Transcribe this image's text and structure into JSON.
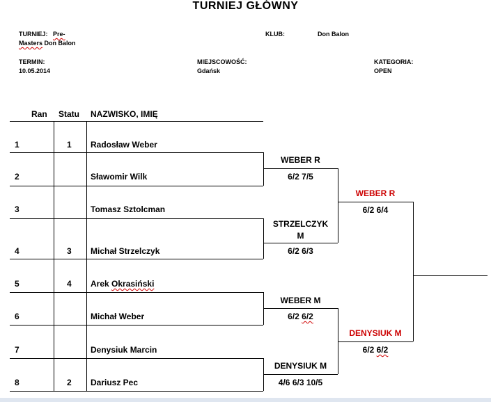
{
  "title": "TURNIEJ GŁÓWNY",
  "meta": {
    "turniej_label": "TURNIEJ:",
    "turniej_value_line1": "Pre-",
    "turniej_value_line2_a": "Masters",
    "turniej_value_line2_b": " Don Balon",
    "klub_label": "KLUB:",
    "klub_value": "Don Balon",
    "termin_label": "TERMIN:",
    "termin_value": "10.05.2014",
    "miejscowosc_label": "MIEJSCOWOŚĆ:",
    "miejscowosc_value": "Gdańsk",
    "kategoria_label": "KATEGORIA:",
    "kategoria_value": "OPEN"
  },
  "table": {
    "col_rank": "Ran",
    "col_status": "Statu",
    "col_name": "NAZWISKO, IMIĘ",
    "rows": [
      {
        "rank": "1",
        "status": "1",
        "name": "Radosław Weber"
      },
      {
        "rank": "2",
        "status": "",
        "name": "Sławomir Wilk"
      },
      {
        "rank": "3",
        "status": "",
        "name": "Tomasz Sztolcman"
      },
      {
        "rank": "4",
        "status": "3",
        "name": "Michał Strzelczyk"
      },
      {
        "rank": "5",
        "status": "4",
        "name_a": "Arek ",
        "name_b": "Okrasiński"
      },
      {
        "rank": "6",
        "status": "",
        "name": "Michał Weber"
      },
      {
        "rank": "7",
        "status": "",
        "name": "Denysiuk Marcin"
      },
      {
        "rank": "8",
        "status": "2",
        "name": "Dariusz Pec"
      }
    ]
  },
  "round2": [
    {
      "winner": "WEBER R",
      "score": "6/2 7/5"
    },
    {
      "winner_line1": "STRZELCZYK",
      "winner_line2": "M",
      "score": "6/2 6/3"
    },
    {
      "winner": "WEBER M",
      "score_a": "6/2 ",
      "score_b": "6/2"
    },
    {
      "winner": "DENYSIUK M",
      "score": "4/6 6/3 10/5"
    }
  ],
  "semis": [
    {
      "winner": "WEBER R",
      "score": "6/2 6/4"
    },
    {
      "winner": "DENYSIUK M",
      "score_a": "6/2 ",
      "score_b": "6/2"
    }
  ],
  "colors": {
    "winner_red": "#cc0000",
    "line": "#000000"
  }
}
